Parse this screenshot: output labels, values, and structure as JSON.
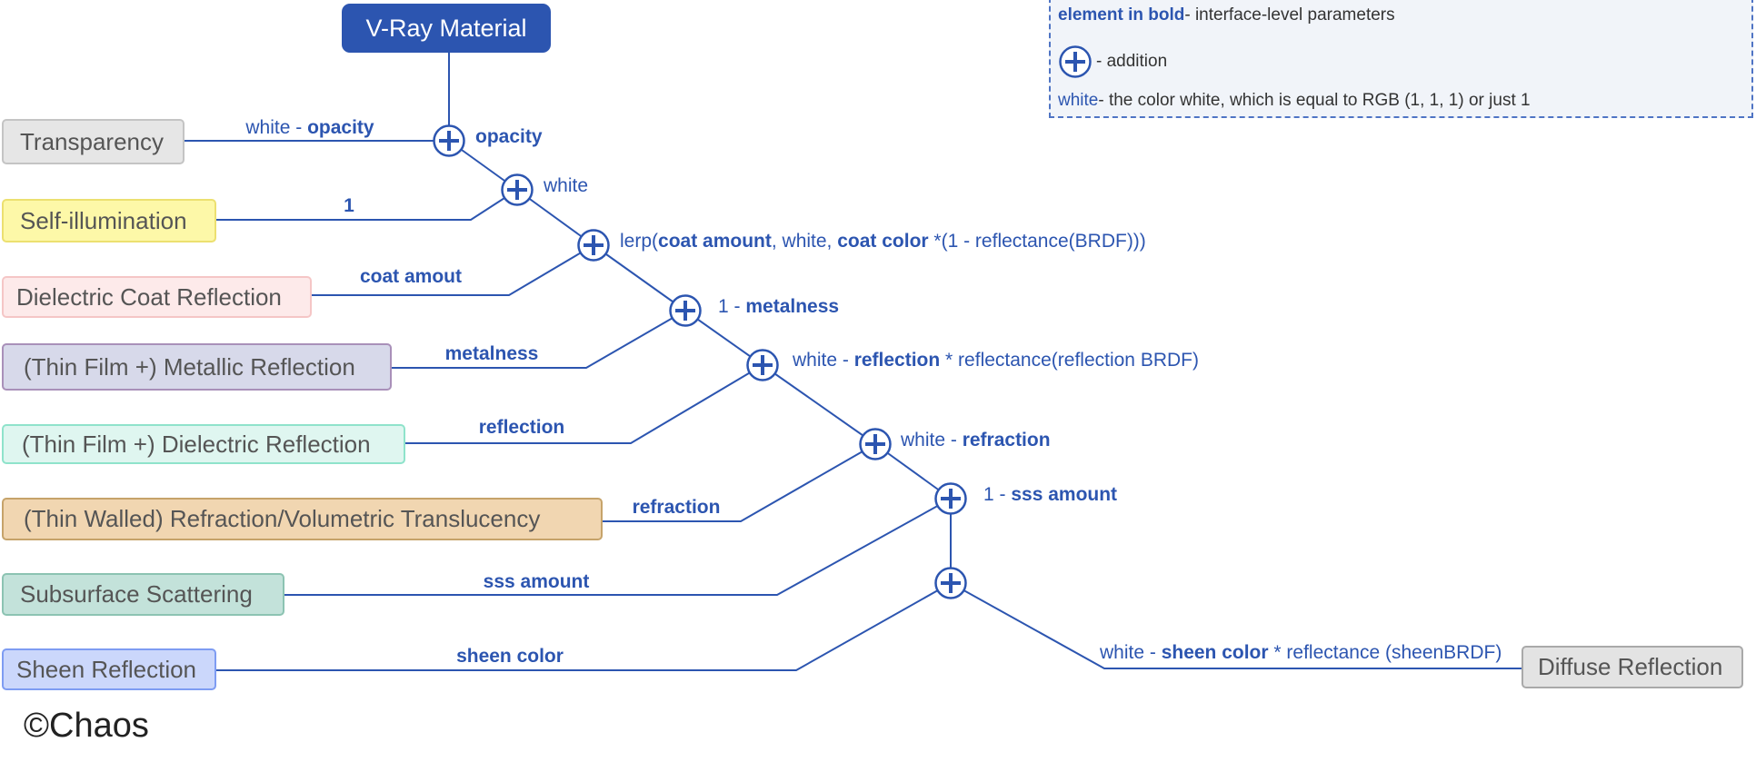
{
  "root": {
    "label": "V-Ray Material"
  },
  "nodes": {
    "transparency": {
      "label": "Transparency",
      "fill": "#e6e6e6",
      "border": "#c4c4c4"
    },
    "self_illumination": {
      "label": "Self-illumination",
      "fill": "#fdf8a8",
      "border": "#ece070"
    },
    "dielectric_coat": {
      "label": "Dielectric Coat Reflection",
      "fill": "#fdeaea",
      "border": "#f5c6c6"
    },
    "metallic": {
      "label": "(Thin Film +) Metallic Reflection",
      "fill": "#d7d9ea",
      "border": "#a990b9"
    },
    "dielectric": {
      "label": "(Thin Film +) Dielectric Reflection",
      "fill": "#dff6f0",
      "border": "#8fe3cb"
    },
    "refraction": {
      "label": "(Thin Walled) Refraction/Volumetric Translucency",
      "fill": "#f1d6b1",
      "border": "#c6a36a"
    },
    "sss": {
      "label": "Subsurface Scattering",
      "fill": "#c3e2da",
      "border": "#8cc3b2"
    },
    "sheen": {
      "label": "Sheen Reflection",
      "fill": "#cbd7fb",
      "border": "#7e9cf2"
    },
    "diffuse": {
      "label": "Diffuse Reflection",
      "fill": "#e3e3e3",
      "border": "#a9a9a9"
    }
  },
  "edge_labels": {
    "transparency": {
      "pre": "white - ",
      "bold": "opacity"
    },
    "self_illumination": {
      "text": "1"
    },
    "dielectric_coat": {
      "bold": "coat amout"
    },
    "metallic": {
      "bold": "metalness"
    },
    "dielectric": {
      "bold": "reflection"
    },
    "refraction": {
      "bold": "refraction"
    },
    "sss": {
      "bold": "sss amount"
    },
    "sheen": {
      "bold": "sheen color"
    }
  },
  "junction_labels": {
    "j1": {
      "bold": "opacity"
    },
    "j2": {
      "text": "white"
    },
    "j3": {
      "t1": "lerp(",
      "b1": "coat amount",
      "t2": ", white, ",
      "b2": "coat color",
      "t3": " *(1 - reflectance(BRDF)))"
    },
    "j4": {
      "pre": "1 - ",
      "bold": "metalness"
    },
    "j5": {
      "pre": "white - ",
      "bold": "reflection",
      "post": " * reflectance(reflection  BRDF)"
    },
    "j6": {
      "pre": "white - ",
      "bold": "refraction"
    },
    "j7": {
      "pre": "1 - ",
      "bold": "sss amount"
    },
    "diffuse": {
      "pre": "white - ",
      "bold": "sheen color",
      "post": " * reflectance (sheenBRDF)"
    }
  },
  "legend": {
    "row1_bold": "element in bold",
    "row1_text": " - interface-level parameters",
    "row2_text": "- addition",
    "row3_blue": "white",
    "row3_text": " - the color white, which is equal to RGB (1, 1, 1) or just 1"
  },
  "copyright": "©Chaos",
  "colors": {
    "accent": "#2c55b0",
    "line": "#2c55b0",
    "plus_fill": "#ffffff"
  },
  "icons": {
    "junction": "plus-circle-icon"
  }
}
